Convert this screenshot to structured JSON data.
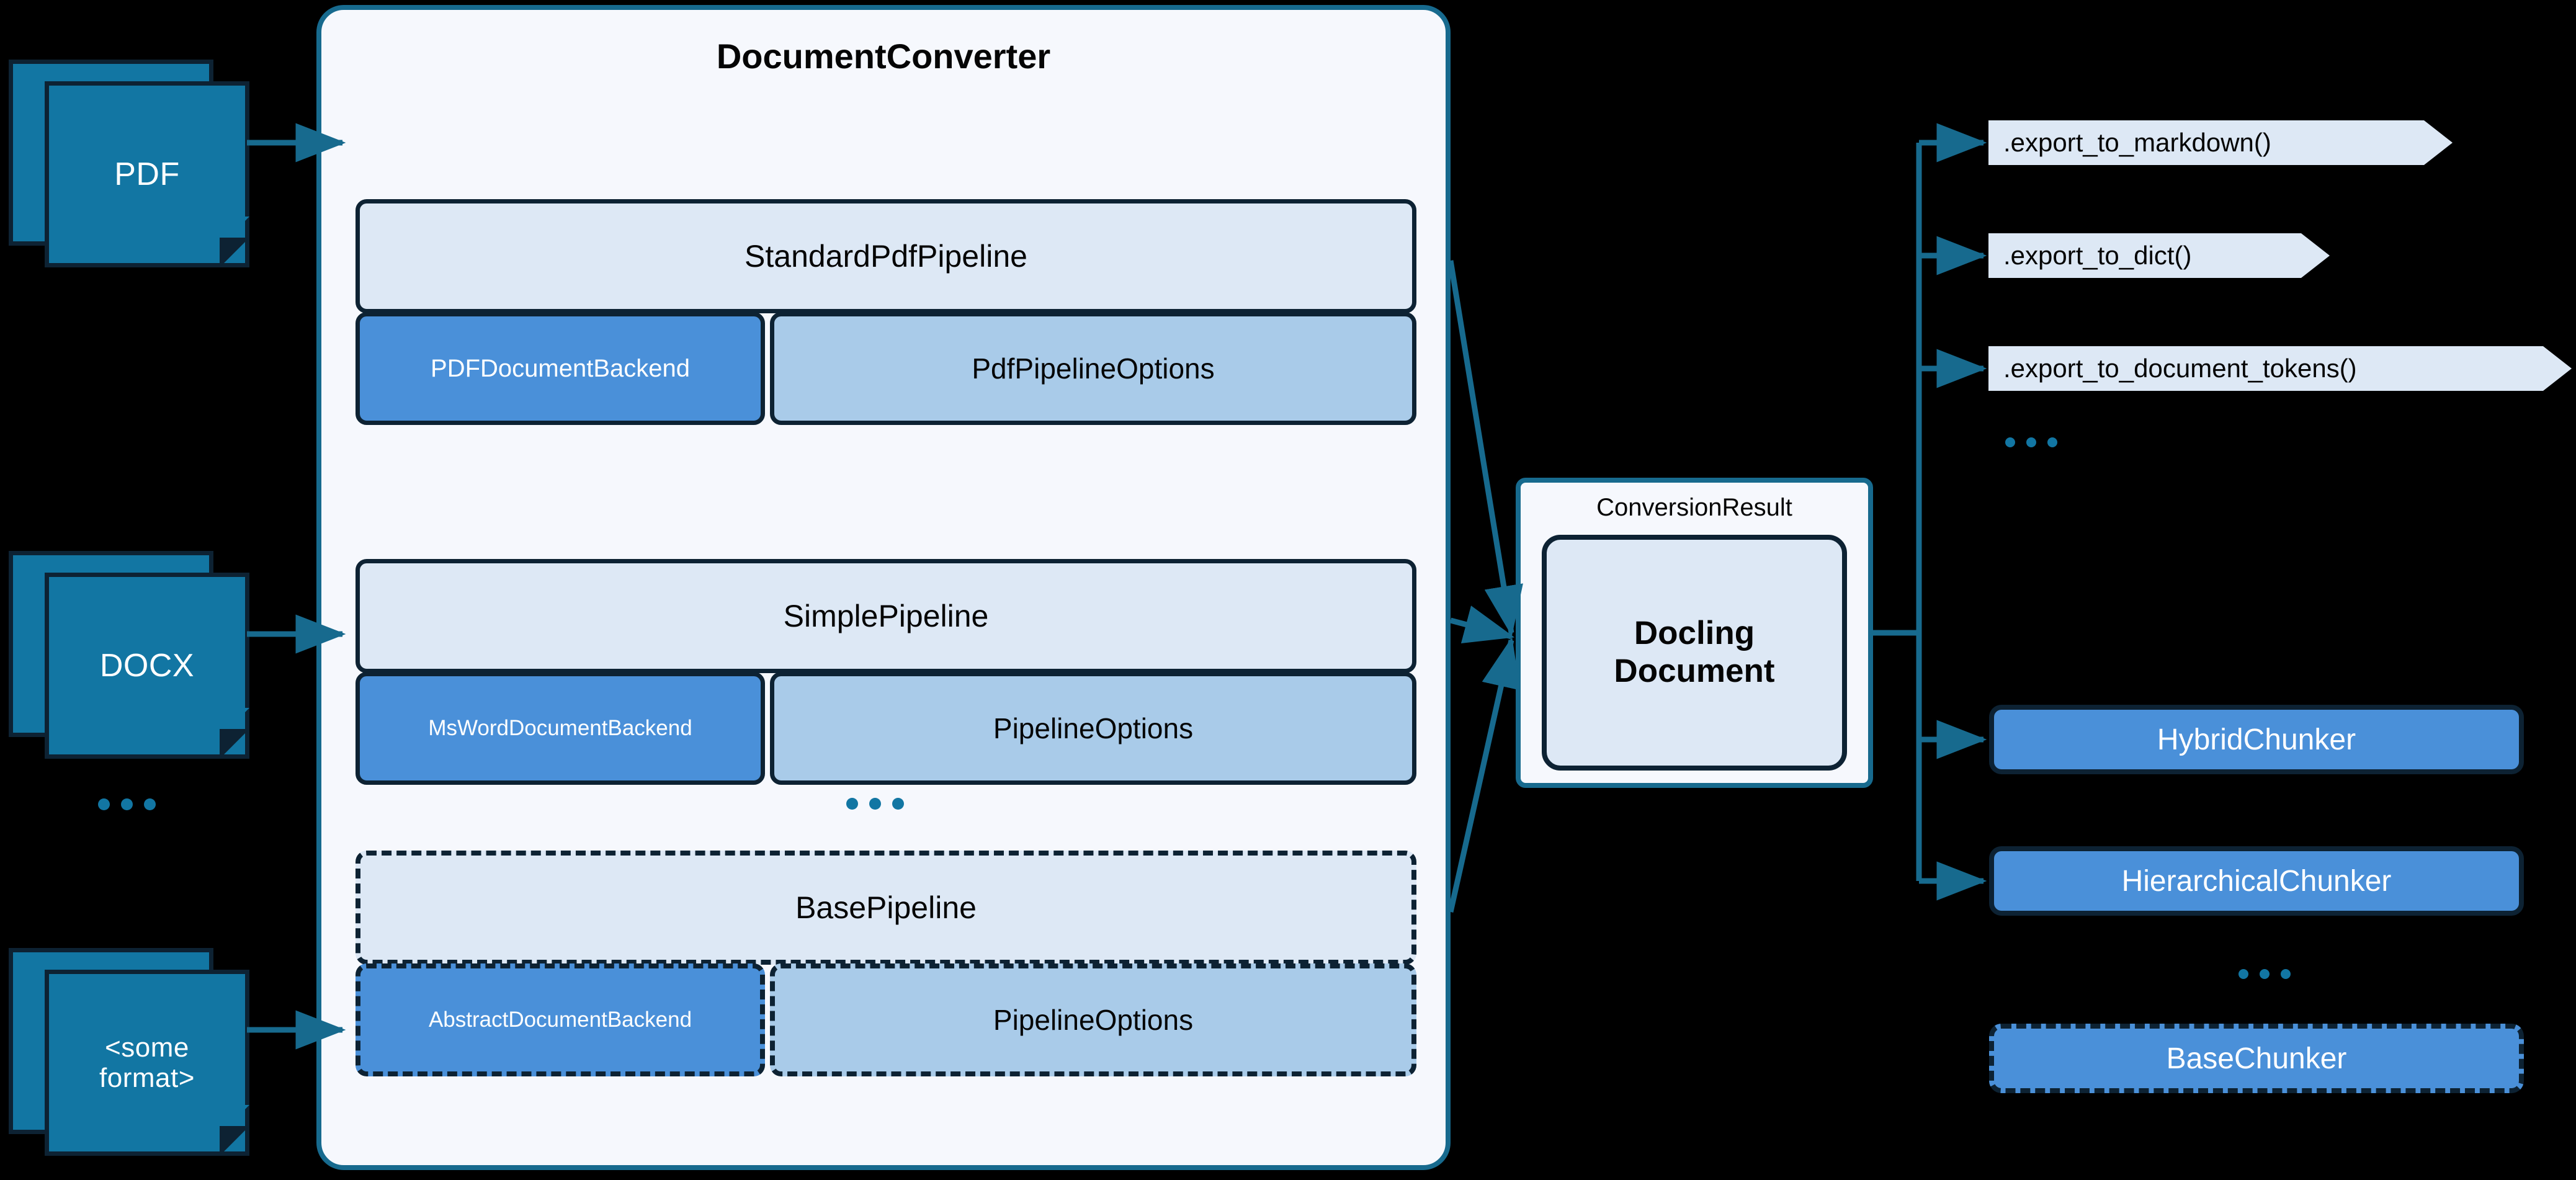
{
  "inputs": [
    {
      "label": "PDF",
      "name": "pdf"
    },
    {
      "label": "DOCX",
      "name": "docx"
    },
    {
      "label": "<some\nformat>",
      "name": "some-format"
    }
  ],
  "input_ellipsis": "...",
  "converter": {
    "title": "DocumentConverter",
    "ellipsis": "...",
    "pipelines": [
      {
        "name": "standard-pdf",
        "header": "StandardPdfPipeline",
        "backend": "PDFDocumentBackend",
        "options": "PdfPipelineOptions",
        "dashed": false
      },
      {
        "name": "simple",
        "header": "SimplePipeline",
        "backend": "MsWordDocumentBackend",
        "options": "PipelineOptions",
        "dashed": false
      },
      {
        "name": "base",
        "header": "BasePipeline",
        "backend": "AbstractDocumentBackend",
        "options": "PipelineOptions",
        "dashed": true
      }
    ]
  },
  "conversion_result": {
    "label": "ConversionResult",
    "document_line1": "Docling",
    "document_line2": "Document"
  },
  "exports": [
    {
      "name": "export-to-markdown",
      "label": ".export_to_markdown()"
    },
    {
      "name": "export-to-dict",
      "label": ".export_to_dict()"
    },
    {
      "name": "export-to-document-tokens",
      "label": ".export_to_document_tokens()"
    }
  ],
  "exports_ellipsis": "...",
  "chunkers": [
    {
      "name": "hybrid-chunker",
      "label": "HybridChunker",
      "dashed": false
    },
    {
      "name": "hierarchical-chunker",
      "label": "HierarchicalChunker",
      "dashed": false
    },
    {
      "name": "base-chunker",
      "label": "BaseChunker",
      "dashed": true
    }
  ],
  "chunkers_ellipsis": "...",
  "colors": {
    "background": "#000000",
    "panel_fill": "#f6f8fd",
    "panel_border": "#176a8e",
    "pipeline_header_fill": "#dde8f5",
    "backend_fill": "#4a90d9",
    "options_fill": "#a9cbe9",
    "dark_border": "#0d2233",
    "doc_icon_fill": "#1276a3",
    "wire": "#176a8e"
  }
}
